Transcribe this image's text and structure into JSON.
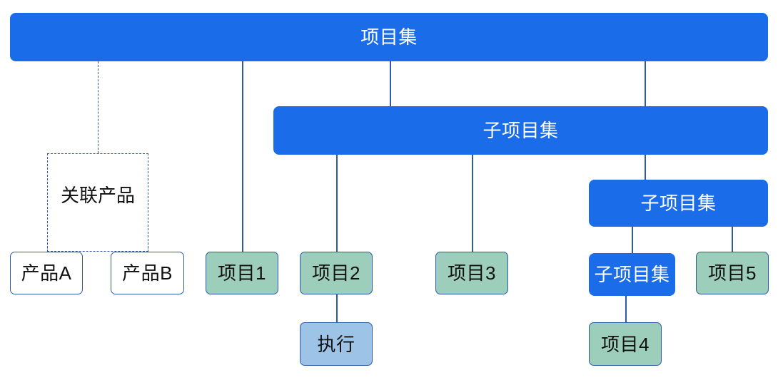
{
  "diagram": {
    "title_bar": {
      "label": "项目集"
    },
    "mid_bar": {
      "label": "子项目集"
    },
    "right_bar": {
      "label": "子项目集"
    },
    "right_sub": {
      "label": "子项目集"
    },
    "group": {
      "label": "关联产品"
    },
    "nodes": {
      "product_a": "产品A",
      "product_b": "产品B",
      "project1": "项目1",
      "project2": "项目2",
      "project3": "项目3",
      "project4": "项目4",
      "project5": "项目5",
      "execution": "执行"
    },
    "colors": {
      "program_blue": "#1B6CE8",
      "project_green": "#9DCEBB",
      "execution_lightblue": "#9DC3E6",
      "border_blue": "#2E5AAC",
      "white": "#FFFFFF"
    }
  }
}
